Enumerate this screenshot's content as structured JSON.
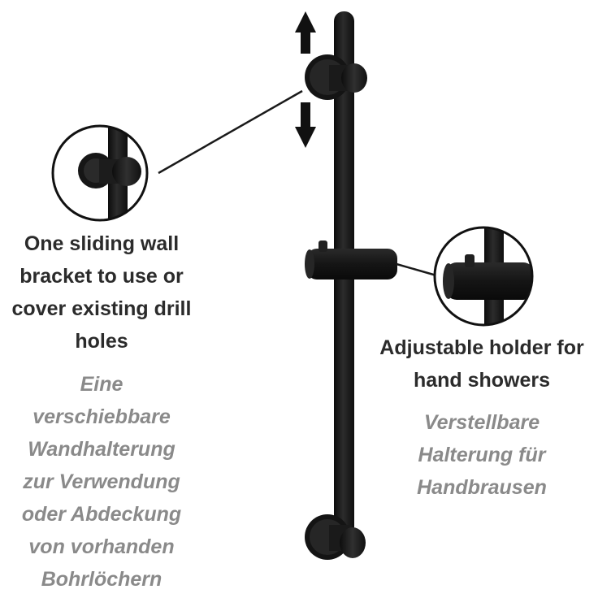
{
  "left_caption": {
    "english": [
      "One sliding wall",
      "bracket to use or",
      "cover existing drill",
      "holes"
    ],
    "german": [
      "Eine",
      "verschiebbare",
      "Wandhalterung",
      "zur Verwendung",
      "oder Abdeckung",
      "von vorhanden",
      "Bohrlöchern"
    ]
  },
  "right_caption": {
    "english": [
      "Adjustable holder for",
      "hand showers"
    ],
    "german": [
      "Verstellbare",
      "Halterung für",
      "Handbrausen"
    ]
  },
  "colors": {
    "product": "#161616",
    "english_text": "#2b2b2b",
    "german_text": "#8a8a8a",
    "background": "#ffffff"
  },
  "icons": [
    "arrow-up-icon",
    "arrow-down-icon"
  ]
}
